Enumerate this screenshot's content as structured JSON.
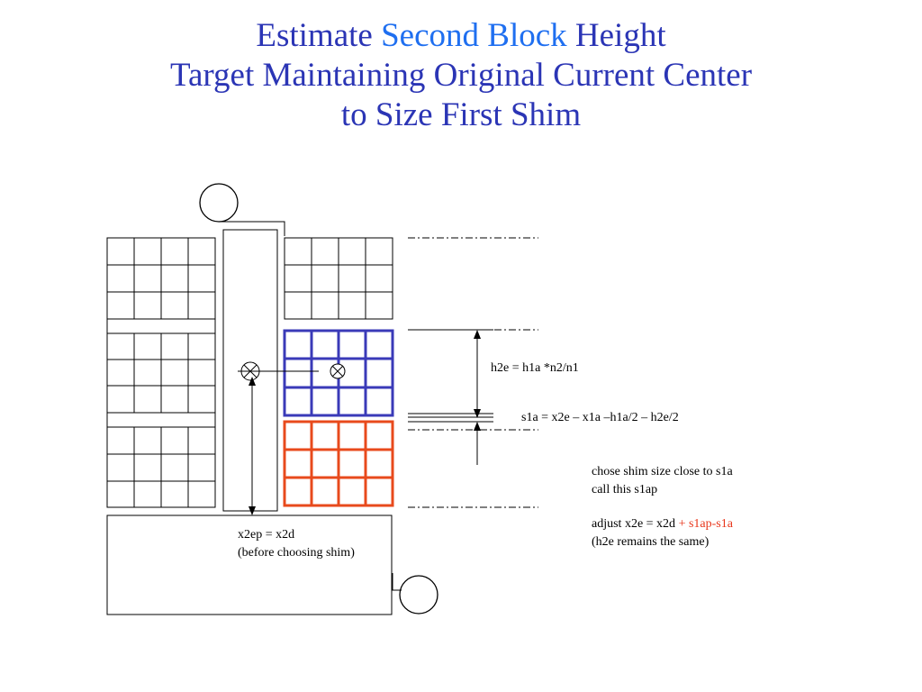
{
  "title": {
    "line1_pre": "Estimate ",
    "line1_highlight": "Second Block",
    "line1_post": " Height",
    "line2": "Target Maintaining Original Current Center",
    "line3": "to Size First Shim"
  },
  "labels": {
    "h2e": "h2e = h1a *n2/n1",
    "s1a": "s1a = x2e – x1a –h1a/2 – h2e/2",
    "x2ep_line1": "x2ep = x2d",
    "x2ep_line2": "(before choosing shim)",
    "note1": "chose shim size close to s1a",
    "note2": "call this s1ap",
    "note3_pre": "adjust x2e = x2d ",
    "note3_red": "+ s1ap-s1a",
    "note4": "(h2e remains the same)"
  },
  "colors": {
    "title": "#2b35b5",
    "title_highlight": "#1f6ff0",
    "blue_block": "#3a3ab8",
    "red_block": "#e84a1c",
    "note_red": "#e8351a"
  }
}
